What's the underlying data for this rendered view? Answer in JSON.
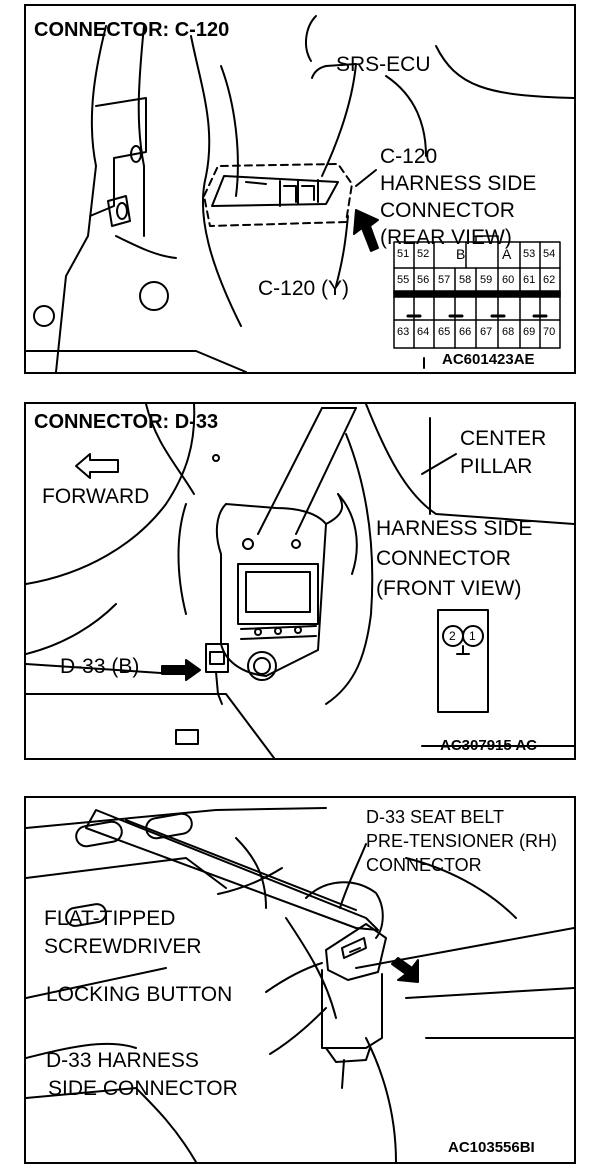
{
  "panel1": {
    "title": "CONNECTOR: C-120",
    "srs_ecu": "SRS-ECU",
    "harness_line1": "C-120",
    "harness_line2": "HARNESS SIDE",
    "harness_line3": "CONNECTOR",
    "harness_line4": "(REAR VIEW)",
    "connector_label": "C-120 (Y)",
    "code": "AC601423AE",
    "pins_row1": [
      "51",
      "52",
      "B",
      "A",
      "53",
      "54"
    ],
    "pins_row2": [
      "55",
      "56",
      "57",
      "58",
      "59",
      "60",
      "61",
      "62"
    ],
    "pins_row3": [
      "63",
      "64",
      "65",
      "66",
      "67",
      "68",
      "69",
      "70"
    ]
  },
  "panel2": {
    "title": "CONNECTOR: D-33",
    "center_line1": "CENTER",
    "center_line2": "PILLAR",
    "forward": "FORWARD",
    "harness_line1": "HARNESS SIDE",
    "harness_line2": "CONNECTOR",
    "harness_line3": "(FRONT VIEW)",
    "connector_label": "D-33 (B)",
    "pins": [
      "2",
      "1"
    ],
    "code": "AC307915 AC"
  },
  "panel3": {
    "seatbelt_line1": "D-33 SEAT BELT",
    "seatbelt_line2": "PRE-TENSIONER (RH)",
    "seatbelt_line3": "CONNECTOR",
    "screwdriver_line1": "FLAT-TIPPED",
    "screwdriver_line2": "SCREWDRIVER",
    "locking_button": "LOCKING BUTTON",
    "harness_line1": "D-33 HARNESS",
    "harness_line2": "SIDE CONNECTOR",
    "code": "AC103556BI"
  }
}
